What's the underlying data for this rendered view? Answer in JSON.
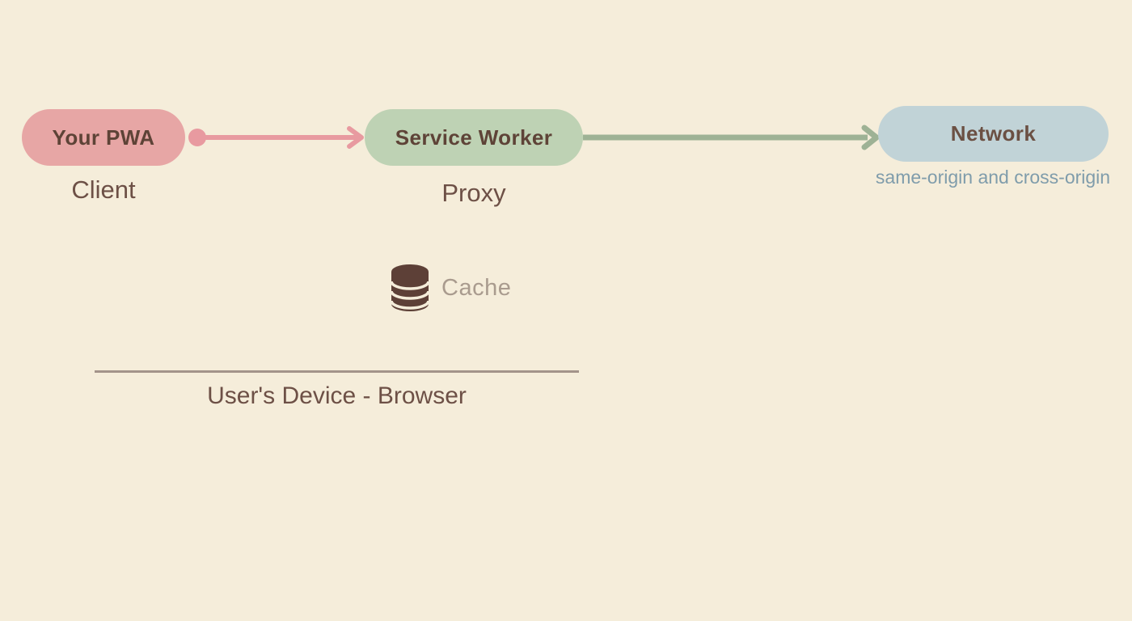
{
  "canvas": {
    "background": "#f5edda"
  },
  "flow": {
    "pwa": {
      "label": "Your PWA",
      "sublabel": "Client",
      "fill": "#e7a6a5",
      "label_color": "#5e4337"
    },
    "service_worker": {
      "label": "Service Worker",
      "sublabel": "Proxy",
      "fill": "#bed2b4",
      "label_color": "#5e4337"
    },
    "network": {
      "label": "Network",
      "sublabel": "same-origin and cross-origin",
      "fill": "#c1d3d7",
      "label_color": "#6b5043",
      "sublabel_color": "#7f9cab"
    },
    "arrows": {
      "pwa_to_service_worker": {
        "color": "#e89aa0"
      },
      "service_worker_to_network": {
        "color": "#9eb295"
      }
    },
    "cache": {
      "label": "Cache",
      "icon": "database-icon",
      "icon_color": "#5d4037",
      "label_color": "#a99b8e"
    },
    "device": {
      "label": "User's Device - Browser",
      "line_color": "#a3948a",
      "label_color": "#6d5046"
    }
  }
}
